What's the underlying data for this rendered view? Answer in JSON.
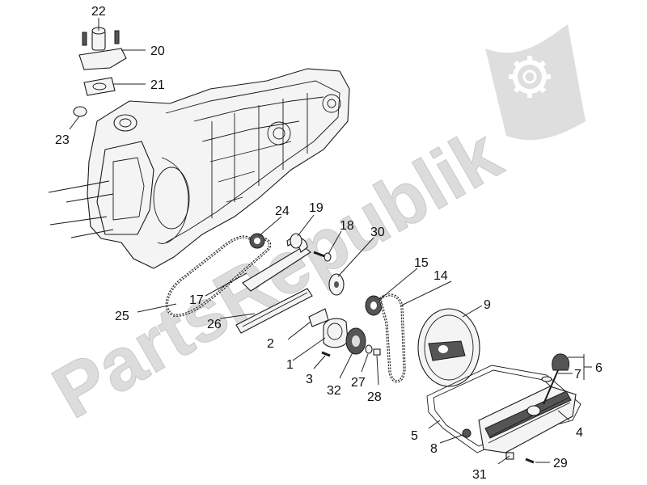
{
  "watermark": {
    "text": "PartsRepublik",
    "logo_icon": "gear-icon"
  },
  "colors": {
    "line": "#1a1a1a",
    "watermark": "#dcdcdc"
  },
  "callouts": {
    "c1": "1",
    "c2": "2",
    "c3": "3",
    "c4": "4",
    "c5": "5",
    "c6": "6",
    "c7": "7",
    "c8": "8",
    "c9": "9",
    "c14": "14",
    "c15": "15",
    "c17": "17",
    "c18": "18",
    "c19": "19",
    "c20": "20",
    "c21": "21",
    "c22": "22",
    "c23": "23",
    "c24": "24",
    "c25": "25",
    "c26": "26",
    "c27": "27",
    "c28": "28",
    "c29": "29",
    "c30": "30",
    "c31": "31",
    "c32": "32"
  }
}
